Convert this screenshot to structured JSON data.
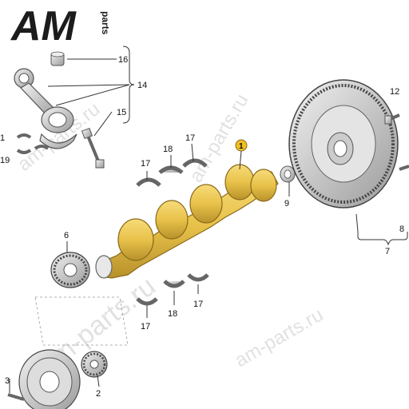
{
  "logo": {
    "brand": "AM",
    "suffix": "parts"
  },
  "watermark": {
    "text": "am-parts.ru"
  },
  "callouts": {
    "p1": "1",
    "p2": "2",
    "p3": "3",
    "p6": "6",
    "p7": "7",
    "p8": "8",
    "p9": "9",
    "p12": "12",
    "p14": "14",
    "p15": "15",
    "p16": "16",
    "p17a": "17",
    "p17b": "17",
    "p17c": "17",
    "p17d": "17",
    "p18a": "18",
    "p18b": "18",
    "p19": "19",
    "p13": "1"
  },
  "colors": {
    "crankshaft": "#e8c24a",
    "crankshaft_dark": "#b8922a",
    "metal": "#d8d8d8",
    "metal_dark": "#8a8a8a",
    "badge": "#f0c020"
  }
}
